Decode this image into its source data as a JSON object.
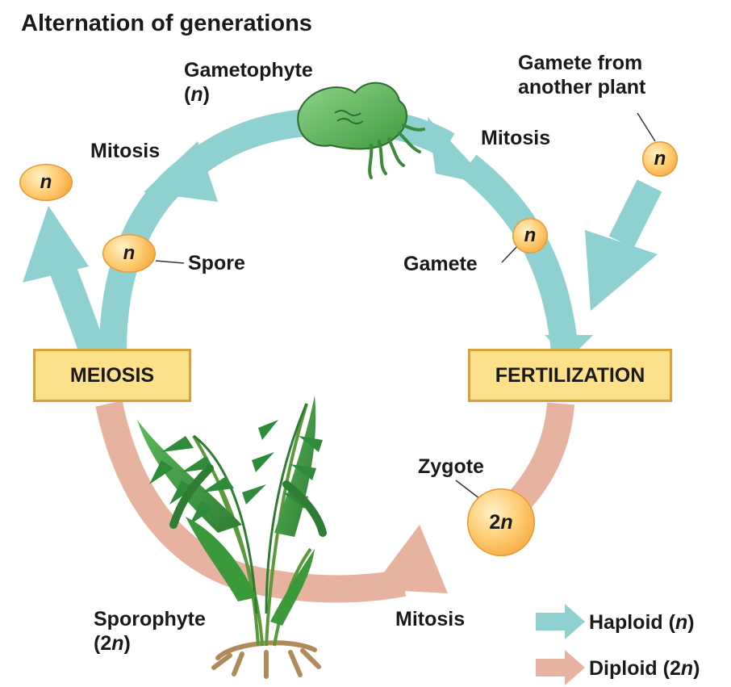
{
  "title": "Alternation of generations",
  "stages": {
    "gametophyte": {
      "name": "Gametophyte",
      "ploidy_open": "(",
      "ploidy_symbol": "n",
      "ploidy_close": ")"
    },
    "sporophyte": {
      "name": "Sporophyte",
      "ploidy_open": "(2",
      "ploidy_symbol": "n",
      "ploidy_close": ")"
    }
  },
  "processes": {
    "meiosis": "MEIOSIS",
    "fertilization": "FERTILIZATION",
    "mitosis_left": "Mitosis",
    "mitosis_right": "Mitosis",
    "mitosis_bottom": "Mitosis"
  },
  "labels": {
    "spore": "Spore",
    "gamete": "Gamete",
    "gamete_other_line1": "Gamete from",
    "gamete_other_line2": "another plant",
    "zygote": "Zygote"
  },
  "cells": {
    "haploid_symbol": "n",
    "zygote_prefix": "2",
    "zygote_symbol": "n"
  },
  "legend": [
    {
      "label_prefix": "Haploid (",
      "symbol": "n",
      "label_suffix": ")",
      "color": "#8fd0d0"
    },
    {
      "label_prefix": "Diploid (2",
      "symbol": "n",
      "label_suffix": ")",
      "color": "#e7b3a0"
    }
  ],
  "colors": {
    "haploid_arrow": "#8fd0d0",
    "diploid_arrow": "#e7b3a0",
    "process_box_fill": "#fde08a",
    "process_box_border": "#d8a13a",
    "cell_fill": "#f7b34f"
  }
}
